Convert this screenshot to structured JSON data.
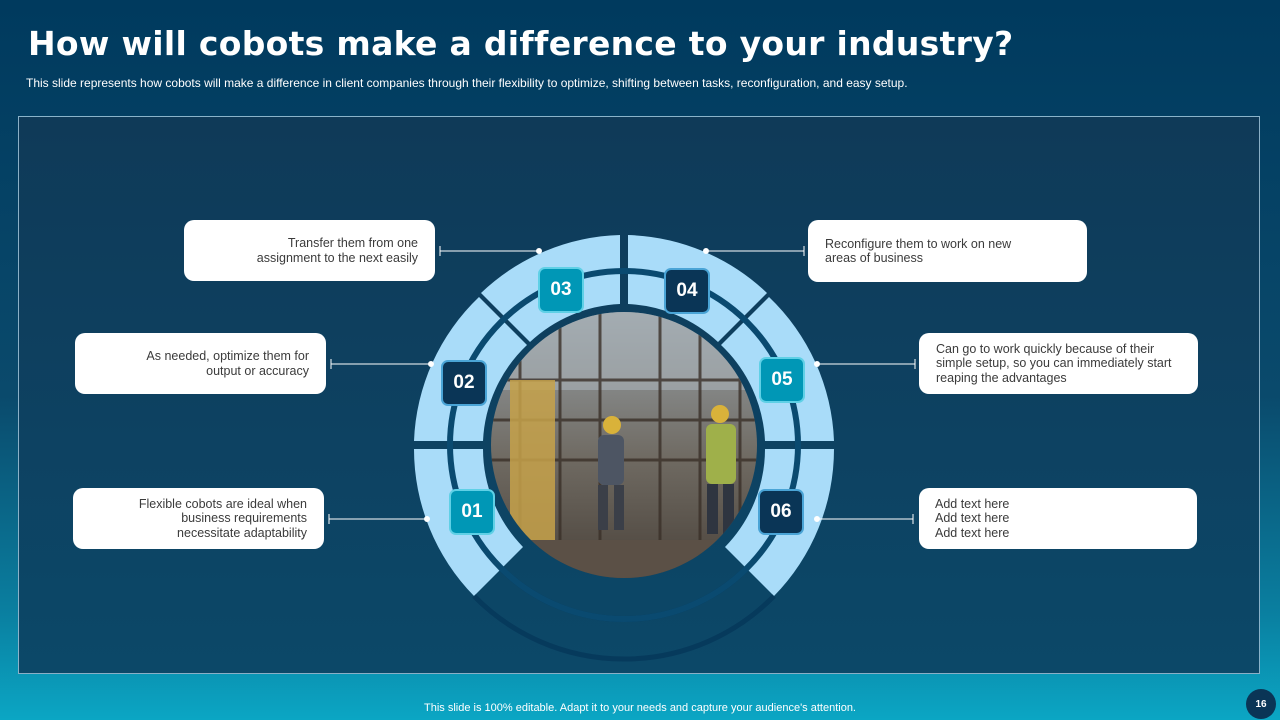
{
  "header": {
    "title": "How will cobots make a difference to your industry?",
    "subtitle": "This slide represents how cobots will make a difference in client companies through their flexibility to optimize, shifting between tasks, reconfiguration, and easy setup."
  },
  "steps": [
    {
      "number": "01",
      "text": "Flexible cobots are ideal when\nbusiness requirements\nnecessitate adaptability"
    },
    {
      "number": "02",
      "text": "As needed, optimize them for\noutput or accuracy"
    },
    {
      "number": "03",
      "text": "Transfer them from one\nassignment to the next easily"
    },
    {
      "number": "04",
      "text": "Reconfigure them to work on new\nareas of business"
    },
    {
      "number": "05",
      "text": "Can go to work quickly because of their\nsimple setup, so you can immediately start\nreaping the advantages"
    },
    {
      "number": "06",
      "text": "Add text here\nAdd text here\nAdd text here"
    }
  ],
  "colors": {
    "segment": "#a9dcf9",
    "badge_dark": "#0a3556",
    "badge_teal": "#0097b6",
    "ring": "#063a5c"
  },
  "image": {
    "subject": "construction-workers-photo"
  },
  "footer": {
    "note": "This slide is 100% editable. Adapt it to your needs and capture your audience's attention.",
    "page_number": "16"
  }
}
